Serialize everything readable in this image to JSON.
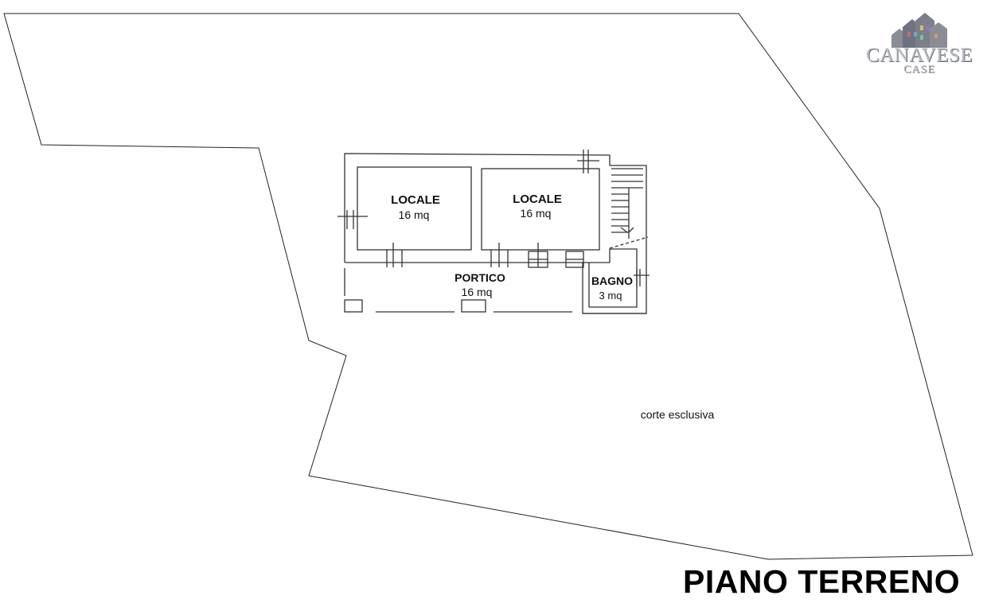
{
  "title": "PIANO TERRENO",
  "logo": {
    "name": "CANAVESE",
    "sub": "CASE",
    "icon": "houses-icon"
  },
  "rooms": [
    {
      "name": "LOCALE",
      "area": "16 mq"
    },
    {
      "name": "LOCALE",
      "area": "16 mq"
    },
    {
      "name": "PORTICO",
      "area": "16 mq"
    },
    {
      "name": "BAGNO",
      "area": "3 mq"
    }
  ],
  "courtyard_label": "corte esclusiva",
  "colors": {
    "line": "#222222",
    "title": "#000000",
    "logo_text": "#b9bcc4"
  }
}
